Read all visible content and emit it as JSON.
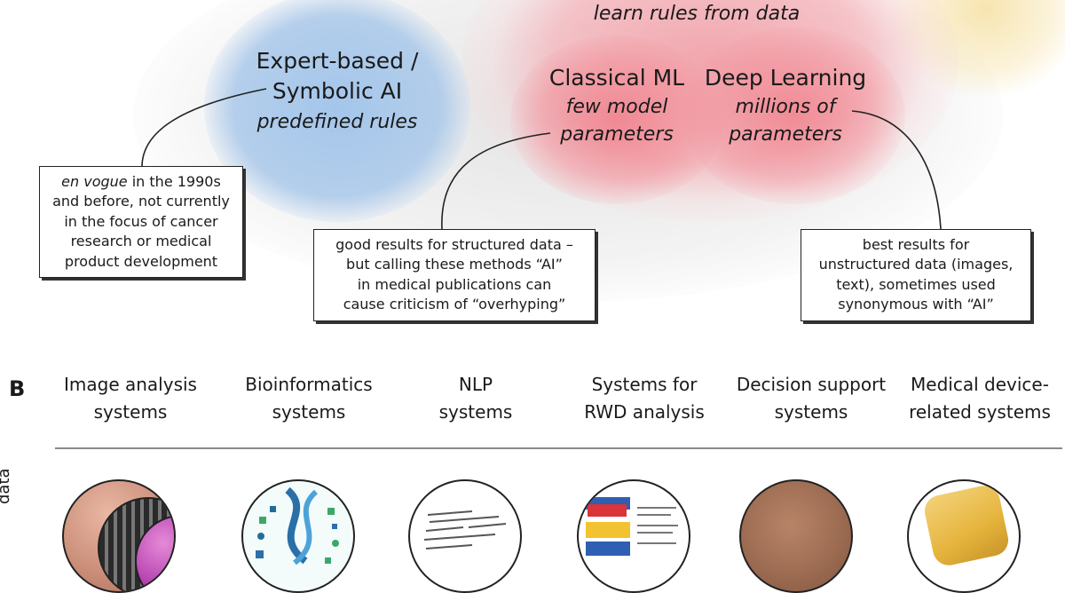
{
  "panel_a": {
    "top_caption": "learn rules from data",
    "expert": {
      "title_line1": "Expert-based /",
      "title_line2": "Symbolic AI",
      "subtitle": "predefined rules"
    },
    "classical_ml": {
      "title": "Classical ML",
      "subtitle_line1": "few model",
      "subtitle_line2": "parameters"
    },
    "deep_learning": {
      "title": "Deep Learning",
      "subtitle_line1": "millions of",
      "subtitle_line2": "parameters"
    },
    "callout_expert": {
      "em": "en vogue",
      "lines": [
        "in the 1990s",
        "and before, not currently",
        "in the focus of cancer",
        "research or medical",
        "product development"
      ]
    },
    "callout_ml": {
      "lines": [
        "good results for structured data –",
        "but calling these methods “AI”",
        "in medical publications can",
        "cause criticism of “overhyping”"
      ]
    },
    "callout_dl": {
      "lines": [
        "best results for",
        "unstructured data (images,",
        "text), sometimes used",
        "synonymous with “AI”"
      ]
    },
    "colors": {
      "blue_region": "#a9c8ea",
      "red_region": "#f39aa3",
      "yellow_region": "#f6e2a8",
      "grey_halo": "#e6e6e6"
    }
  },
  "panel_b": {
    "letter": "B",
    "side_label": "data",
    "categories": [
      {
        "line1": "Image analysis",
        "line2": "systems"
      },
      {
        "line1": "Bioinformatics",
        "line2": "systems"
      },
      {
        "line1": "NLP",
        "line2": "systems"
      },
      {
        "line1": "Systems for",
        "line2": "RWD analysis"
      },
      {
        "line1": "Decision support",
        "line2": "systems"
      },
      {
        "line1": "Medical device-",
        "line2": "related systems"
      }
    ]
  }
}
